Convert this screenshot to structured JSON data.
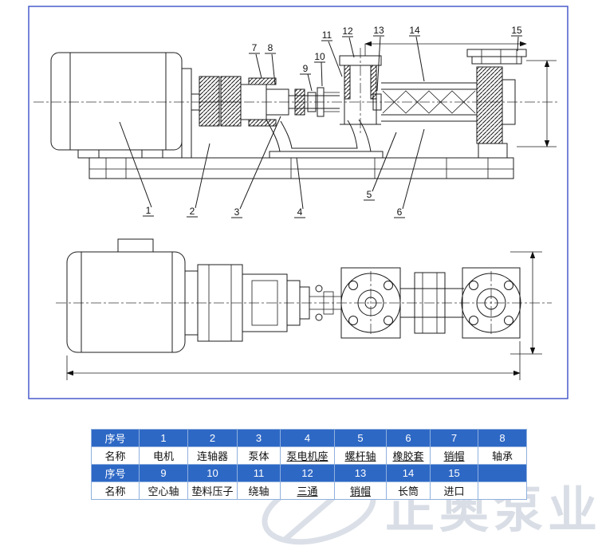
{
  "diagram": {
    "callouts": [
      "1",
      "2",
      "3",
      "4",
      "5",
      "6",
      "7",
      "8",
      "9",
      "10",
      "11",
      "12",
      "13",
      "14",
      "15"
    ]
  },
  "table": {
    "rows": [
      {
        "header": "序号",
        "cells": [
          "1",
          "2",
          "3",
          "4",
          "5",
          "6",
          "7",
          "8"
        ]
      },
      {
        "header": "名称",
        "cells": [
          "电机",
          "连轴器",
          "泵体",
          "泵电机座",
          "螺杆轴",
          "橡胶套",
          "销帽",
          "轴承"
        ]
      },
      {
        "header": "序号",
        "cells": [
          "9",
          "10",
          "11",
          "12",
          "13",
          "14",
          "15",
          ""
        ]
      },
      {
        "header": "名称",
        "cells": [
          "空心轴",
          "垫料压子",
          "绕轴",
          "三通",
          "销帽",
          "长筒",
          "进口",
          ""
        ]
      }
    ]
  },
  "watermark": {
    "text": "正奥泵业"
  },
  "colors": {
    "table_header_bg": "#2e68c5",
    "table_border": "#8fb0dd",
    "frame_blue": "#3c50c8",
    "watermark_gray": "#d9dee6",
    "line": "#1c1c1c"
  }
}
